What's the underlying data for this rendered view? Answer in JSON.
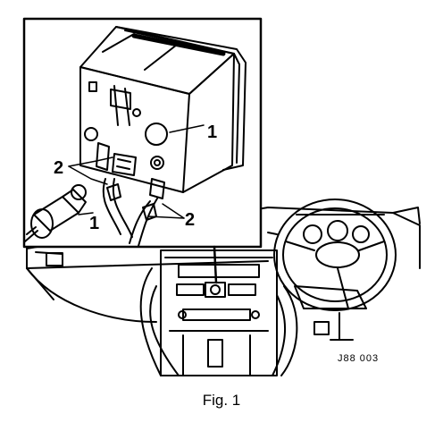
{
  "figure": {
    "caption": "Fig. 1",
    "ref_code": "J88 003",
    "callouts": {
      "label_1": "1",
      "label_2": "2"
    }
  }
}
